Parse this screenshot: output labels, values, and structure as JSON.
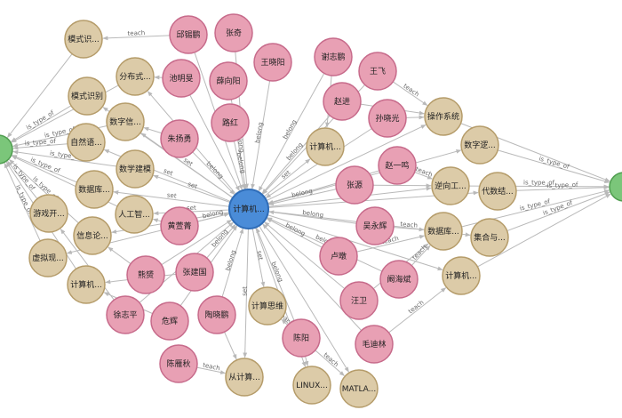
{
  "graph": {
    "colors": {
      "center": "#4a8cd8",
      "center_stroke": "#2f6db8",
      "person": "#e8a0b4",
      "person_stroke": "#c76b8b",
      "course": "#dccba8",
      "course_stroke": "#b59c6a",
      "category": "#7bc67a",
      "category_stroke": "#4f9d4f",
      "edge": "#b9b9b9"
    },
    "center": {
      "id": "c",
      "label": "计算机..."
    },
    "categories": [
      {
        "id": "gL"
      },
      {
        "id": "gR"
      }
    ],
    "people": [
      {
        "id": "p1",
        "label": "邱锡鹏"
      },
      {
        "id": "p2",
        "label": "张奇"
      },
      {
        "id": "p3",
        "label": "王晓阳"
      },
      {
        "id": "p4",
        "label": "池明旻"
      },
      {
        "id": "p5",
        "label": "薛向阳"
      },
      {
        "id": "p6",
        "label": "路红"
      },
      {
        "id": "p7",
        "label": "朱扬勇"
      },
      {
        "id": "p8",
        "label": "谢志鹏"
      },
      {
        "id": "p9",
        "label": "王飞"
      },
      {
        "id": "p10",
        "label": "赵进"
      },
      {
        "id": "p11",
        "label": "孙晓光"
      },
      {
        "id": "p12",
        "label": "赵一鸣"
      },
      {
        "id": "p13",
        "label": "张源"
      },
      {
        "id": "p14",
        "label": "吴永辉"
      },
      {
        "id": "p15",
        "label": "卢暾"
      },
      {
        "id": "p16",
        "label": "阚海斌"
      },
      {
        "id": "p17",
        "label": "汪卫"
      },
      {
        "id": "p18",
        "label": "毛迪林"
      },
      {
        "id": "p19",
        "label": "陈阳"
      },
      {
        "id": "p20",
        "label": "黄萱菁"
      },
      {
        "id": "p21",
        "label": "张建国"
      },
      {
        "id": "p22",
        "label": "熊赟"
      },
      {
        "id": "p23",
        "label": "徐志平"
      },
      {
        "id": "p24",
        "label": "危辉"
      },
      {
        "id": "p25",
        "label": "陶晓鹏"
      },
      {
        "id": "p26",
        "label": "陈雁秋"
      }
    ],
    "courses": [
      {
        "id": "k1",
        "label": "模式识..."
      },
      {
        "id": "k2",
        "label": "分布式..."
      },
      {
        "id": "k3",
        "label": "模式识别"
      },
      {
        "id": "k4",
        "label": "数字信..."
      },
      {
        "id": "k5",
        "label": "自然语..."
      },
      {
        "id": "k6",
        "label": "数学建模"
      },
      {
        "id": "k7",
        "label": "数据库..."
      },
      {
        "id": "k8",
        "label": "人工智..."
      },
      {
        "id": "k9",
        "label": "游戏开..."
      },
      {
        "id": "k10",
        "label": "信息论..."
      },
      {
        "id": "k11",
        "label": "虚拟现..."
      },
      {
        "id": "k12",
        "label": "计算机..."
      },
      {
        "id": "k13",
        "label": "计算思维"
      },
      {
        "id": "k14",
        "label": "从计算..."
      },
      {
        "id": "k15",
        "label": "LINUX..."
      },
      {
        "id": "k16",
        "label": "MATLA..."
      },
      {
        "id": "k17",
        "label": "计算机..."
      },
      {
        "id": "k18",
        "label": "操作系统"
      },
      {
        "id": "k19",
        "label": "数字逻..."
      },
      {
        "id": "k20",
        "label": "逆向工..."
      },
      {
        "id": "k21",
        "label": "代数结..."
      },
      {
        "id": "k22",
        "label": "数据库..."
      },
      {
        "id": "k23",
        "label": "集合与..."
      },
      {
        "id": "k24",
        "label": "计算机..."
      }
    ],
    "edges": [
      {
        "from": "p1",
        "to": "k1",
        "label": "teach"
      },
      {
        "from": "p1",
        "to": "c",
        "label": ""
      },
      {
        "from": "p2",
        "to": "c",
        "label": ""
      },
      {
        "from": "p3",
        "to": "c",
        "label": "belong"
      },
      {
        "from": "p4",
        "to": "k2",
        "label": ""
      },
      {
        "from": "p4",
        "to": "c",
        "label": ""
      },
      {
        "from": "p5",
        "to": "c",
        "label": "belong"
      },
      {
        "from": "p6",
        "to": "c",
        "label": "belong"
      },
      {
        "from": "p7",
        "to": "k4",
        "label": ""
      },
      {
        "from": "p7",
        "to": "c",
        "label": "belong"
      },
      {
        "from": "p8",
        "to": "c",
        "label": "belong"
      },
      {
        "from": "p8",
        "to": "k17",
        "label": "teach"
      },
      {
        "from": "p9",
        "to": "c",
        "label": ""
      },
      {
        "from": "p9",
        "to": "k18",
        "label": "teach"
      },
      {
        "from": "p10",
        "to": "c",
        "label": "belong"
      },
      {
        "from": "p10",
        "to": "k18",
        "label": ""
      },
      {
        "from": "p11",
        "to": "k18",
        "label": ""
      },
      {
        "from": "p11",
        "to": "c",
        "label": ""
      },
      {
        "from": "p12",
        "to": "k20",
        "label": "teach"
      },
      {
        "from": "p12",
        "to": "c",
        "label": ""
      },
      {
        "from": "p13",
        "to": "c",
        "label": "belong"
      },
      {
        "from": "p13",
        "to": "k20",
        "label": ""
      },
      {
        "from": "p14",
        "to": "c",
        "label": "belong"
      },
      {
        "from": "p14",
        "to": "k22",
        "label": "teach"
      },
      {
        "from": "p15",
        "to": "c",
        "label": "belong"
      },
      {
        "from": "p15",
        "to": "k22",
        "label": "teach"
      },
      {
        "from": "p16",
        "to": "c",
        "label": "belong"
      },
      {
        "from": "p16",
        "to": "k22",
        "label": "teach"
      },
      {
        "from": "p17",
        "to": "c",
        "label": ""
      },
      {
        "from": "p17",
        "to": "k22",
        "label": ""
      },
      {
        "from": "p18",
        "to": "c",
        "label": ""
      },
      {
        "from": "p18",
        "to": "k24",
        "label": "teach"
      },
      {
        "from": "p19",
        "to": "c",
        "label": "belong"
      },
      {
        "from": "p19",
        "to": "k13",
        "label": "teach"
      },
      {
        "from": "p19",
        "to": "k15",
        "label": ""
      },
      {
        "from": "p19",
        "to": "k16",
        "label": "teach"
      },
      {
        "from": "p20",
        "to": "c",
        "label": "belong"
      },
      {
        "from": "p20",
        "to": "k8",
        "label": ""
      },
      {
        "from": "p21",
        "to": "c",
        "label": "belong"
      },
      {
        "from": "p21",
        "to": "k12",
        "label": ""
      },
      {
        "from": "p22",
        "to": "c",
        "label": ""
      },
      {
        "from": "p22",
        "to": "k10",
        "label": ""
      },
      {
        "from": "p23",
        "to": "c",
        "label": ""
      },
      {
        "from": "p23",
        "to": "k9",
        "label": ""
      },
      {
        "from": "p24",
        "to": "c",
        "label": ""
      },
      {
        "from": "p24",
        "to": "k12",
        "label": ""
      },
      {
        "from": "p25",
        "to": "c",
        "label": "belong"
      },
      {
        "from": "p25",
        "to": "k14",
        "label": ""
      },
      {
        "from": "p26",
        "to": "k14",
        "label": "teach"
      },
      {
        "from": "c",
        "to": "k2",
        "label": ""
      },
      {
        "from": "c",
        "to": "k3",
        "label": ""
      },
      {
        "from": "c",
        "to": "k4",
        "label": "set"
      },
      {
        "from": "c",
        "to": "k5",
        "label": "set"
      },
      {
        "from": "c",
        "to": "k6",
        "label": "set"
      },
      {
        "from": "c",
        "to": "k7",
        "label": "set"
      },
      {
        "from": "c",
        "to": "k8",
        "label": "set"
      },
      {
        "from": "c",
        "to": "k10",
        "label": ""
      },
      {
        "from": "c",
        "to": "k11",
        "label": ""
      },
      {
        "from": "c",
        "to": "k13",
        "label": "set"
      },
      {
        "from": "c",
        "to": "k14",
        "label": "set"
      },
      {
        "from": "c",
        "to": "k15",
        "label": ""
      },
      {
        "from": "c",
        "to": "k16",
        "label": ""
      },
      {
        "from": "c",
        "to": "k17",
        "label": "set"
      },
      {
        "from": "c",
        "to": "k18",
        "label": ""
      },
      {
        "from": "c",
        "to": "k19",
        "label": "set"
      },
      {
        "from": "c",
        "to": "k20",
        "label": "set"
      },
      {
        "from": "c",
        "to": "k21",
        "label": ""
      },
      {
        "from": "c",
        "to": "k23",
        "label": "set"
      },
      {
        "from": "c",
        "to": "k24",
        "label": ""
      },
      {
        "from": "k1",
        "to": "gL",
        "label": ""
      },
      {
        "from": "k3",
        "to": "gL",
        "label": "is_type_of"
      },
      {
        "from": "k4",
        "to": "gL",
        "label": "is_type_of"
      },
      {
        "from": "k5",
        "to": "gL",
        "label": "is_type_of"
      },
      {
        "from": "k6",
        "to": "gL",
        "label": "is_type_of"
      },
      {
        "from": "k7",
        "to": "gL",
        "label": "is_type_of"
      },
      {
        "from": "k8",
        "to": "gL",
        "label": ""
      },
      {
        "from": "k9",
        "to": "gL",
        "label": "is_type_of"
      },
      {
        "from": "k10",
        "to": "gL",
        "label": "is_type_of"
      },
      {
        "from": "k11",
        "to": "gL",
        "label": "is_type_of"
      },
      {
        "from": "k12",
        "to": "gL",
        "label": ""
      },
      {
        "from": "k2",
        "to": "gL",
        "label": ""
      },
      {
        "from": "k18",
        "to": "gR",
        "label": ""
      },
      {
        "from": "k19",
        "to": "gR",
        "label": "is_type_of"
      },
      {
        "from": "k20",
        "to": "gR",
        "label": "is_type_of"
      },
      {
        "from": "k21",
        "to": "gR",
        "label": "is_type_of"
      },
      {
        "from": "k22",
        "to": "gR",
        "label": "is_type_of"
      },
      {
        "from": "k23",
        "to": "gR",
        "label": "is_type_of"
      },
      {
        "from": "k24",
        "to": "gR",
        "label": ""
      }
    ]
  }
}
